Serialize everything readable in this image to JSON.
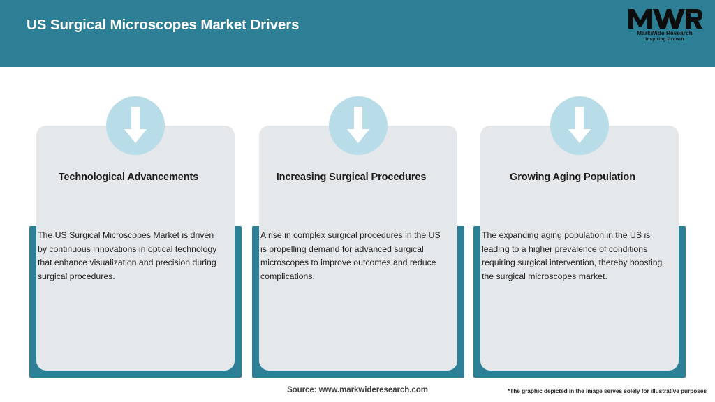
{
  "header": {
    "title": "US Surgical Microscopes Market Drivers",
    "background_color": "#2d7f96",
    "title_color": "#ffffff"
  },
  "logo": {
    "mark": "MWR",
    "name": "MarkWide Research",
    "tagline": "Inspiring Growth"
  },
  "theme": {
    "teal": "#2d7f96",
    "card_background": "#e5e8ea",
    "icon_circle": "#b9dce9",
    "arrow": "#ffffff",
    "page_background": "#ffffff"
  },
  "cards": [
    {
      "icon": "arrow-down-icon",
      "heading": "Technological Advancements",
      "body": "The US Surgical Microscopes Market is driven by continuous innovations in optical technology that enhance visualization and precision during surgical procedures."
    },
    {
      "icon": "arrow-down-icon",
      "heading": "Increasing Surgical Procedures",
      "body": "A rise in complex surgical procedures in the US is propelling demand for advanced surgical microscopes to improve outcomes and reduce complications."
    },
    {
      "icon": "arrow-down-icon",
      "heading": "Growing Aging Population",
      "body": "The expanding aging population in the US is leading to a higher prevalence of conditions requiring surgical intervention, thereby boosting the surgical microscopes market."
    }
  ],
  "footer": {
    "source": "Source: www.markwideresearch.com",
    "note": "*The graphic depicted in the image serves solely for illustrative purposes"
  }
}
